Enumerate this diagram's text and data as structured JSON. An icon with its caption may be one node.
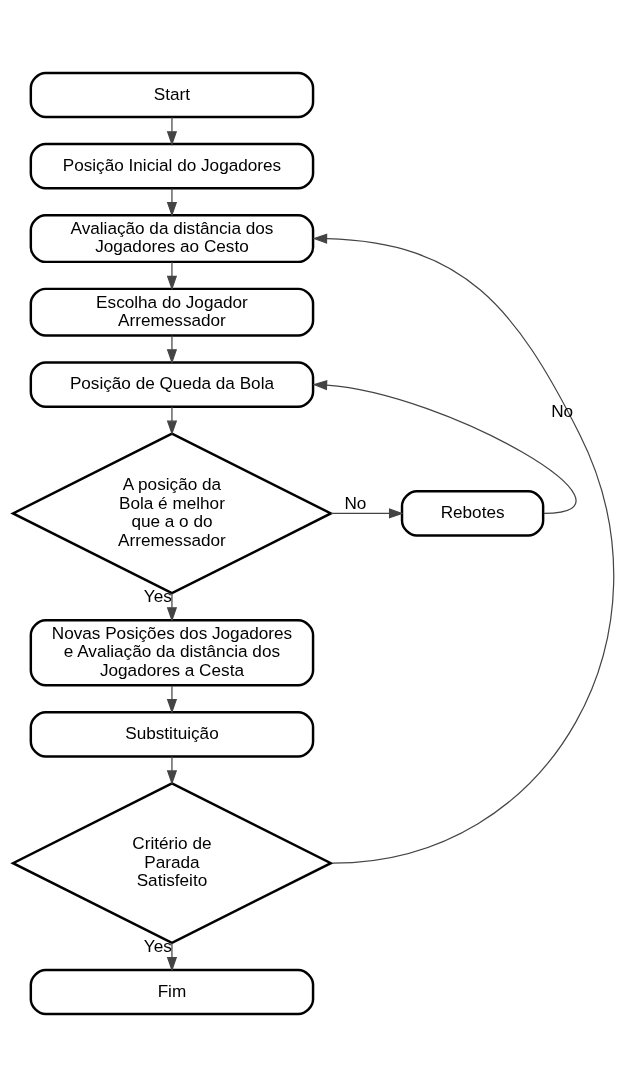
{
  "diagram": {
    "nodes": [
      {
        "text": [
          "Start"
        ]
      },
      {
        "text": [
          "Posição Inicial do Jogadores"
        ]
      },
      {
        "text": [
          "Avaliação da distância dos Jogadores ao Cesto"
        ]
      },
      {
        "text": [
          "Escolha do Jogador Arremessador"
        ]
      },
      {
        "text": [
          "Posição de Queda da Bola"
        ]
      },
      {
        "text": [
          "A posição da Bola é melhor que a o do Arremessador"
        ]
      },
      {
        "text": [
          "Rebotes"
        ]
      },
      {
        "text": [
          "Novas Posições dos Jogadores e Avaliação da distância dos Jogadores a Cesta"
        ]
      },
      {
        "text": [
          "Substituição"
        ]
      },
      {
        "text": [
          "Critério de Parada Satisfeito"
        ]
      },
      {
        "text": [
          "Fim"
        ]
      }
    ],
    "edges": [
      {
        "from": 0,
        "to": 1,
        "arrow": "to"
      },
      {
        "from": 1,
        "to": 2,
        "arrow": "to"
      },
      {
        "from": 2,
        "to": 3,
        "arrow": "to"
      },
      {
        "from": 3,
        "to": 4,
        "arrow": "to"
      },
      {
        "from": 4,
        "to": 5,
        "arrow": "to"
      },
      {
        "from": 5,
        "to": 6,
        "arrow": "to",
        "label": "No"
      },
      {
        "from": 6,
        "to": 4,
        "arrow": "to"
      },
      {
        "from": 5,
        "to": 7,
        "arrow": "to",
        "label": "Yes"
      },
      {
        "from": 7,
        "to": 8,
        "arrow": "to"
      },
      {
        "from": 8,
        "to": 9,
        "arrow": "to"
      },
      {
        "from": 9,
        "to": 10,
        "arrow": "to",
        "label": "Yes"
      },
      {
        "from": 9,
        "to": 2,
        "arrow": "to",
        "label": "No"
      }
    ]
  }
}
